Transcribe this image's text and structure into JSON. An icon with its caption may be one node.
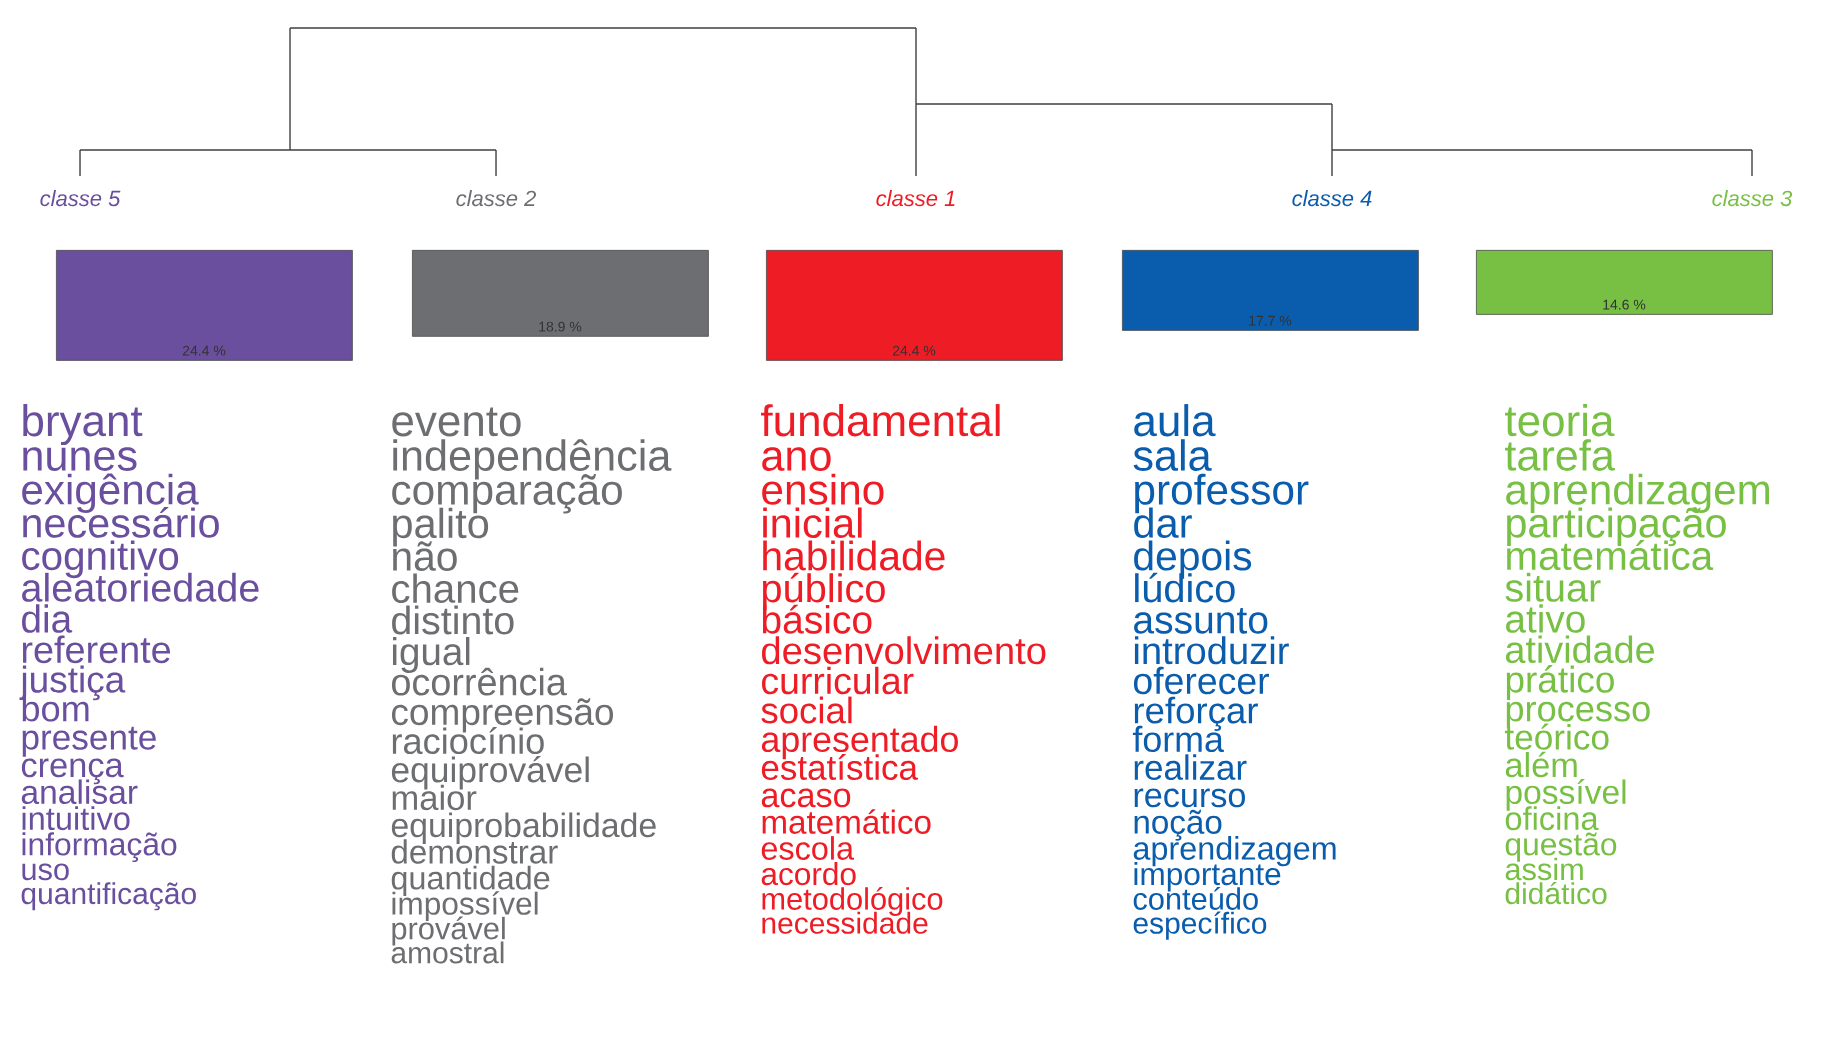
{
  "diagram": {
    "nodes": [
      {
        "text": [
          "classe 5",
          "24.4 %"
        ],
        "beside": [
          "bryant",
          "nunes",
          "exigência",
          "necessário",
          "cognitivo",
          "aleatoriedade",
          "dia",
          "referente",
          "justiça",
          "bom",
          "presente",
          "crença",
          "analisar",
          "intuitivo",
          "informação",
          "uso",
          "quantificação"
        ]
      },
      {
        "text": [
          "classe 2",
          "18.9 %"
        ],
        "beside": [
          "evento",
          "independência",
          "comparação",
          "palito",
          "não",
          "chance",
          "distinto",
          "igual",
          "ocorrência",
          "compreensão",
          "raciocínio",
          "equiprovável",
          "maior",
          "equiprobabilidade",
          "demonstrar",
          "quantidade",
          "impossível",
          "provável",
          "amostral"
        ]
      },
      {
        "text": [
          "classe 1",
          "24.4 %"
        ],
        "beside": [
          "fundamental",
          "ano",
          "ensino",
          "inicial",
          "habilidade",
          "público",
          "básico",
          "desenvolvimento",
          "curricular",
          "social",
          "apresentado",
          "estatística",
          "acaso",
          "matemático",
          "escola",
          "acordo",
          "metodológico",
          "necessidade"
        ]
      },
      {
        "text": [
          "classe 4",
          "17.7 %"
        ],
        "beside": [
          "aula",
          "sala",
          "professor",
          "dar",
          "depois",
          "lúdico",
          "assunto",
          "introduzir",
          "oferecer",
          "reforçar",
          "forma",
          "realizar",
          "recurso",
          "noção",
          "aprendizagem",
          "importante",
          "conteúdo",
          "específico"
        ]
      },
      {
        "text": [
          "classe 3",
          "14.6 %"
        ],
        "beside": [
          "teoria",
          "tarefa",
          "aprendizagem",
          "participação",
          "matemática",
          "situar",
          "ativo",
          "atividade",
          "prático",
          "processo",
          "teórico",
          "além",
          "possível",
          "oficina",
          "questão",
          "assim",
          "didático"
        ]
      }
    ]
  }
}
